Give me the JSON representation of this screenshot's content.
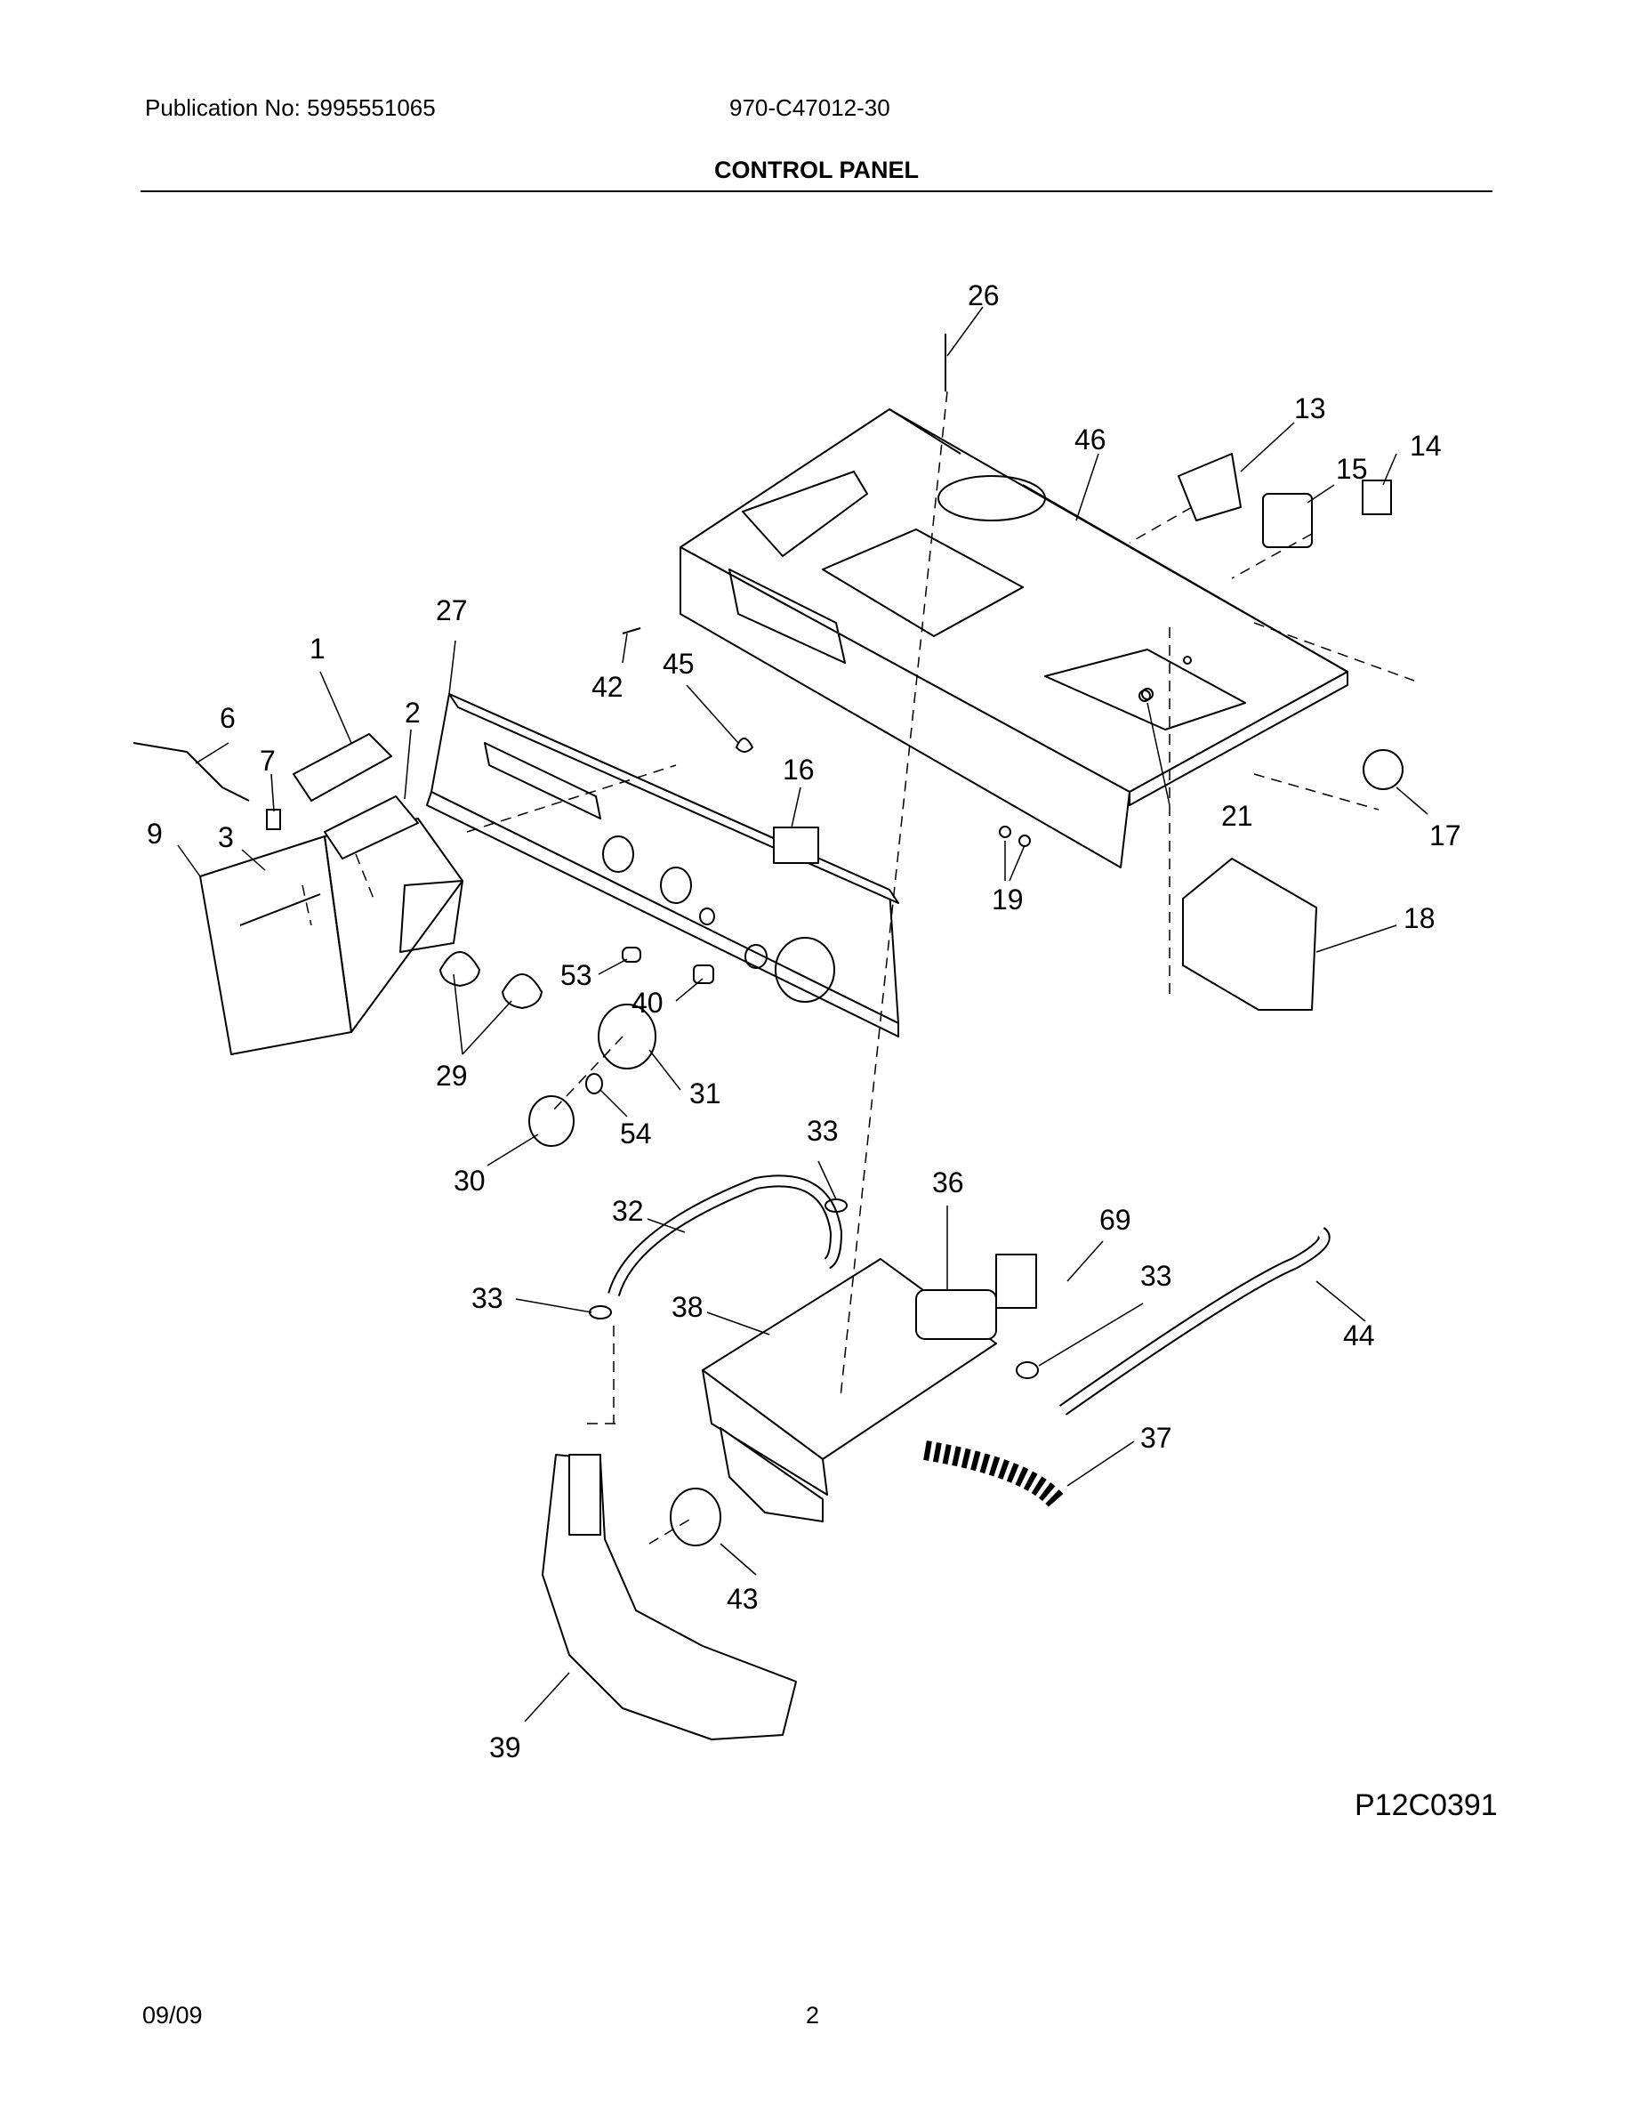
{
  "header": {
    "publication": "Publication No: 5995551065",
    "model": "970-C47012-30",
    "title": "CONTROL PANEL"
  },
  "diagram": {
    "reference": "P12C0391",
    "callouts": [
      {
        "id": "c26",
        "label": "26"
      },
      {
        "id": "c13",
        "label": "13"
      },
      {
        "id": "c46",
        "label": "46"
      },
      {
        "id": "c14",
        "label": "14"
      },
      {
        "id": "c15",
        "label": "15"
      },
      {
        "id": "c27",
        "label": "27"
      },
      {
        "id": "c1",
        "label": "1"
      },
      {
        "id": "c45",
        "label": "45"
      },
      {
        "id": "c42",
        "label": "42"
      },
      {
        "id": "c2",
        "label": "2"
      },
      {
        "id": "c6",
        "label": "6"
      },
      {
        "id": "c7",
        "label": "7"
      },
      {
        "id": "c16",
        "label": "16"
      },
      {
        "id": "c21",
        "label": "21"
      },
      {
        "id": "c17",
        "label": "17"
      },
      {
        "id": "c9",
        "label": "9"
      },
      {
        "id": "c3",
        "label": "3"
      },
      {
        "id": "c19",
        "label": "19"
      },
      {
        "id": "c18",
        "label": "18"
      },
      {
        "id": "c53",
        "label": "53"
      },
      {
        "id": "c40",
        "label": "40"
      },
      {
        "id": "c29",
        "label": "29"
      },
      {
        "id": "c31",
        "label": "31"
      },
      {
        "id": "c54",
        "label": "54"
      },
      {
        "id": "c33a",
        "label": "33"
      },
      {
        "id": "c30",
        "label": "30"
      },
      {
        "id": "c36",
        "label": "36"
      },
      {
        "id": "c32",
        "label": "32"
      },
      {
        "id": "c69",
        "label": "69"
      },
      {
        "id": "c33b",
        "label": "33"
      },
      {
        "id": "c33c",
        "label": "33"
      },
      {
        "id": "c38",
        "label": "38"
      },
      {
        "id": "c44",
        "label": "44"
      },
      {
        "id": "c37",
        "label": "37"
      },
      {
        "id": "c43",
        "label": "43"
      },
      {
        "id": "c39",
        "label": "39"
      }
    ]
  },
  "footer": {
    "date": "09/09",
    "page": "2"
  }
}
